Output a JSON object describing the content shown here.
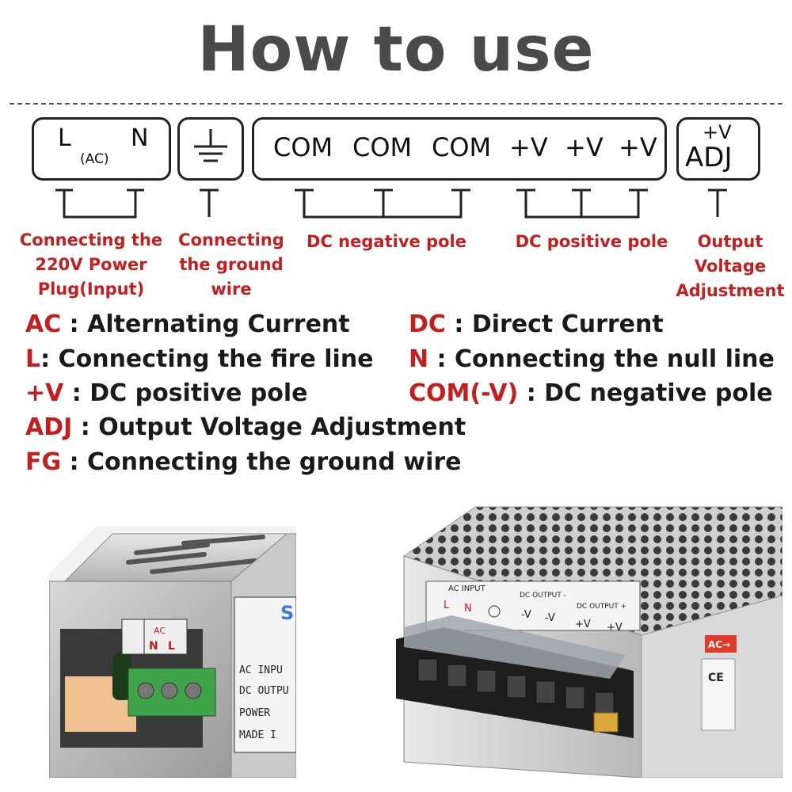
{
  "title": "How to use",
  "terminals": {
    "ac_l": "L",
    "ac_n": "N",
    "ac_label": "(AC)",
    "com1": "COM",
    "com2": "COM",
    "com3": "COM",
    "pv1": "+V",
    "pv2": "+V",
    "pv3": "+V",
    "adj_top": "+V",
    "adj_bottom": "ADJ"
  },
  "labels": {
    "input_1": "Connecting the",
    "input_2": "220V Power",
    "input_3": "Plug(Input)",
    "ground_1": "Connecting",
    "ground_2": "the ground",
    "ground_3": "wire",
    "negative": "DC negative pole",
    "positive": "DC positive pole",
    "adj_1": "Output",
    "adj_2": "Voltage",
    "adj_3": "Adjustment"
  },
  "legend": [
    {
      "key": "AC",
      "sep": " : ",
      "text": "Alternating Current"
    },
    {
      "key": "DC",
      "sep": " : ",
      "text": "Direct Current"
    },
    {
      "key": "L",
      "sep": ": ",
      "text": "Connecting the fire line"
    },
    {
      "key": "N",
      "sep": " : ",
      "text": "Connecting the null line"
    },
    {
      "key": "+V",
      "sep": " : ",
      "text": "DC positive pole"
    },
    {
      "key": "COM(-V)",
      "sep": "  : ",
      "text": "DC negative pole"
    },
    {
      "key": "ADJ",
      "sep": " : ",
      "text": "Output Voltage Adjustment"
    },
    {
      "key": "FG",
      "sep": " : ",
      "text": "Connecting the ground wire"
    }
  ],
  "photo_left": {
    "brand": "S",
    "ac": "AC",
    "n": "N",
    "l": "L",
    "lines": [
      "AC INPU",
      "DC OUTPU",
      "POWER",
      "MADE I"
    ]
  },
  "photo_right": {
    "ac_input": "AC INPUT",
    "l": "L",
    "n": "N",
    "dc_out_minus": "DC OUTPUT -",
    "dc_out_plus": "DC OUTPUT +",
    "mv1": "-V",
    "mv2": "-V",
    "pv1": "+V",
    "pv2": "+V",
    "ce": "CE",
    "ac_tag": "AC→"
  }
}
